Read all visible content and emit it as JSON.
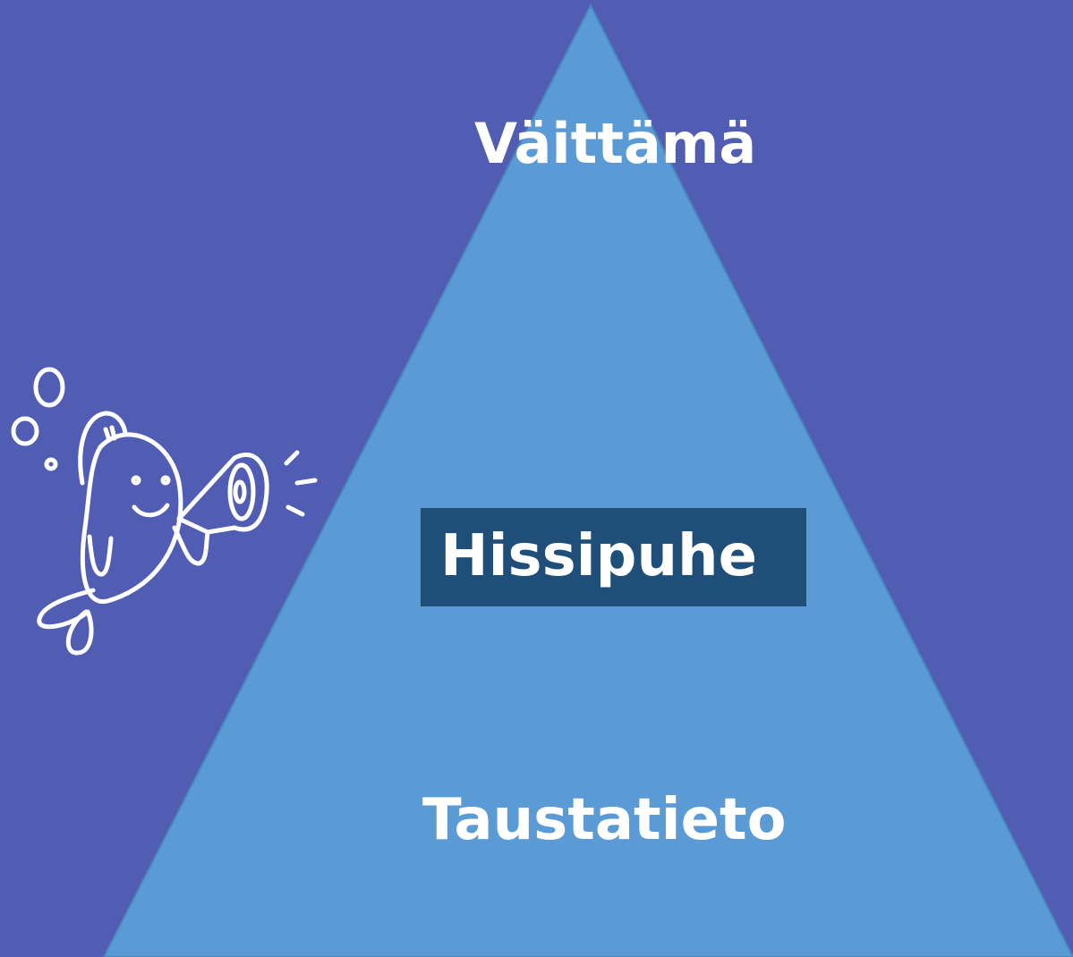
{
  "colors": {
    "background": "#505db3",
    "triangle": "#5b9bd5",
    "triangle_edge": "#4a86be",
    "highlight_box": "#1f4e79",
    "text": "#ffffff"
  },
  "pyramid": {
    "top_label": "Väittämä",
    "middle_label": "Hissipuhe",
    "bottom_label": "Taustatieto"
  },
  "illustration": {
    "icon": "fish-with-megaphone-icon"
  }
}
